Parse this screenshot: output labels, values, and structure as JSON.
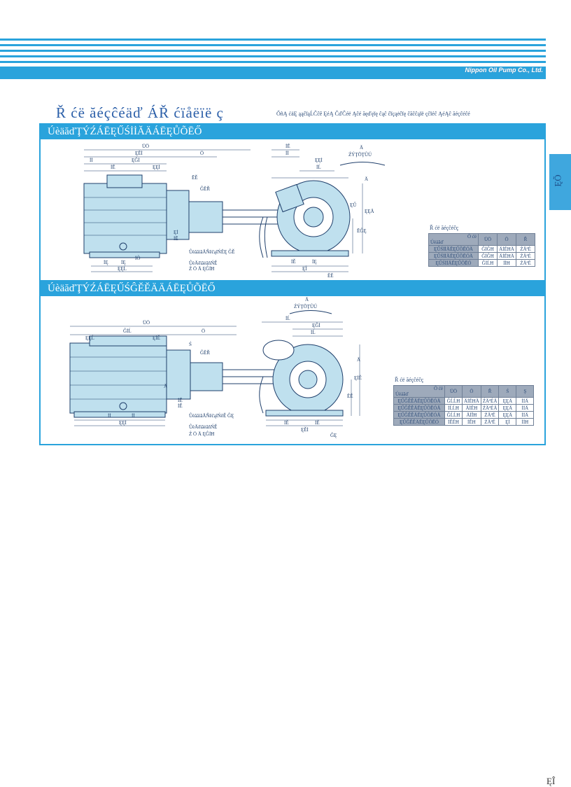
{
  "header": {
    "brand": "Nippon Oil Pump Co., Ltd.",
    "side_tab": "ĘÕ",
    "title": "Ř ćë ăéçĉéäď ÁŘ ćïåëïë ç",
    "title_note": "ŐñĄ ćäĘ ąąĉĭąĹĈĉê ĘéĄ ĈďĈéë Ąĉé ăęďęĭę ĉąĉ ĉĭçąėĉĭę ĉăĉĉąĭë çĉĭéĉ ĄéĄĉ ăéçĉéĉé"
  },
  "section1": {
    "band": "ÚèäăďŢÝŹÁĒĘŰŚİİĂÄÁĒĘŮÕĒŐ",
    "table_title": "Ř ćë ăéçĉéĉç",
    "table_corner_top": "Õ ćë",
    "table_corner_bottom": "Úèäăď",
    "headers": [
      "ÜÖ",
      "Ö",
      "Ř"
    ],
    "rows": [
      {
        "model": "ĘŰŚİİÄĒĘŰÕĒÓÄ",
        "cells": [
          "ĜİĜĦ",
          "ÄİĔĦÄ",
          "ŹÄªÉ"
        ]
      },
      {
        "model": "ĘŰŚİİÄĒĘŰÕĒÓÄ",
        "cells": [
          "ĜİĜĦ",
          "ÄİĔĦÄ",
          "ŹÄªÉ"
        ]
      },
      {
        "model": "ĘŰŚİİÄĒĘŰÕĒÓ",
        "cells": [
          "ĜİĹĦ",
          "İİĦ",
          "ŹÄªĔ"
        ]
      }
    ],
    "dims": {
      "d1": "ÜÖ",
      "d2": "ĘĔİ",
      "d3": "Ö",
      "d4": "İİ",
      "d5": "ĘĜİ",
      "d6": "İĒ",
      "d7": "ĘĘİ",
      "d8": "ĒĚ",
      "d9": "ĜĔŘ",
      "d10": "Ęİ",
      "d11": "İĒ",
      "d12": "İĘ",
      "d13": "İĘ",
      "d14": "İÕ",
      "d15": "ĘĘĹ",
      "d16": "İĔ",
      "d17": "İİ",
      "d18": "ĘĘİ",
      "d19": "İĹ",
      "d20": "Ä",
      "d21": "ŹÝŢŎŢŨÚ",
      "d22": "ĘŰ",
      "d23": "Ä",
      "d24": "ĘĘÄ",
      "d25": "ĒĜĘ",
      "d26": "İĚ",
      "d27": "İĘ",
      "d28": "ĘÎ",
      "d29": "ĔĔ",
      "d30": "ÛèãăíãÄŇĕĉąĭŃĔĘ ĜĚ",
      "d31": "ÛèÄĕïãèăñŃĚ",
      "d32": "Ź Ö Ä ĘĜİĦ"
    }
  },
  "section2": {
    "band": "ÚèäăďŢÝŹÁĒĘŰŚĜĚĚÄÄÁĒĘŮÕĒŐ",
    "table_title": "Ř ćë ăéçĉéĉç",
    "table_corner_top": "Õ ćë",
    "table_corner_bottom": "Úèäăď",
    "headers": [
      "ÜÖ",
      "Ö",
      "Ř",
      "Ś",
      "Ş"
    ],
    "rows": [
      {
        "model": "ĘŰĜĚĚÄĒĘŰÕĒÓÄ",
        "cells": [
          "ĜĹĹĦ",
          "ÄİĔĦÄ",
          "ŹÄªÉÄ",
          "ĘĘÄ",
          "İİÄ"
        ]
      },
      {
        "model": "ĘŰĜĚĚÄĒĘŰÕĒÓÄ",
        "cells": [
          "İĹĹĦ",
          "ÄİĔĦ",
          "ŹÄªÉÄ",
          "ĘĘÄ",
          "İİÄ"
        ]
      },
      {
        "model": "ĘŰĜĚĚÄĒĘŰÕĒÓÄ",
        "cells": [
          "ĜĹĹĦ",
          "ÄİĬĦ",
          "ŹÄªĔ",
          "ĘĘÄ",
          "İİÄ"
        ]
      },
      {
        "model": "ĘŰĜĚĚÄĒĘŰÕĒÓ",
        "cells": [
          "İĚĔĦ",
          "İĚĦ",
          "ŹÄªĔ",
          "Ęİ",
          "İİĦ"
        ]
      }
    ],
    "dims": {
      "d1": "ÜÖ",
      "d2": "ĜİĹ",
      "d3": "Ö",
      "d4": "ĘĘĹ",
      "d5": "ĘİĚ",
      "d6": "Ś",
      "d7": "ĜĔŘ",
      "d8": "İĚ",
      "d9": "İĚ",
      "d10": "Ä",
      "d11": "İİ",
      "d12": "İİ",
      "d13": "ĘĘİ",
      "d14": "Ä",
      "d15": "ŹÝŢŎŢŨÚ",
      "d16": "İĹ",
      "d17": "ĘĜİ",
      "d18": "İĹ",
      "d19": "ĘİĚ",
      "d20": "ĔĚ",
      "d21": "İĚ",
      "d22": "İĚ",
      "d23": "ĘĚİ",
      "d24": "ĜĘ",
      "d25": "ÛèãăíãÄŇĕĉąĭŃĕĚ ĜĘ",
      "d26": "ÛèÄĕïãèăñŃĚ",
      "d27": "Ź Ö Ä ĘĜİĦ",
      "d28": "Ä"
    }
  },
  "footer": {
    "page_number": "ĘÎ"
  },
  "colors": {
    "accent": "#2aa3dc",
    "pump_fill": "#bfe0ee",
    "line": "#1f3f6b",
    "table_header": "#9eaabb"
  }
}
